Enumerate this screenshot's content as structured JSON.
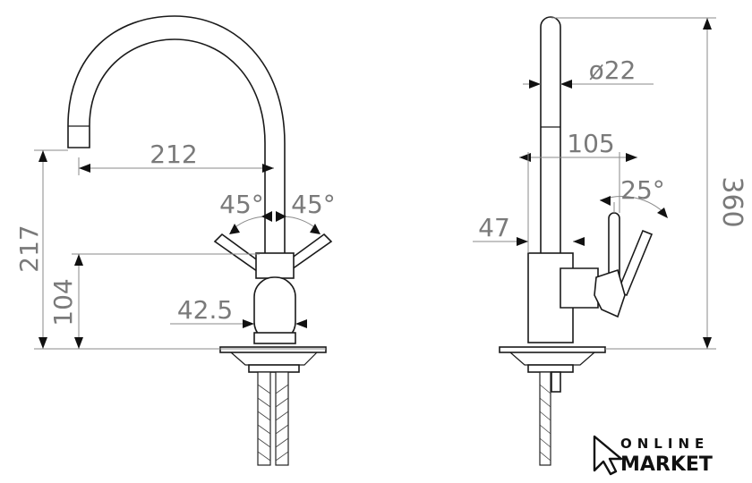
{
  "dimensions": {
    "spout_reach": "212",
    "total_height_left": "217",
    "handle_height": "104",
    "body_diameter": "42.5",
    "angle_left": "45°",
    "angle_right": "45°",
    "spout_diameter": "ø22",
    "lever_offset": "105",
    "body_depth": "47",
    "lever_angle": "25°",
    "total_height": "360"
  },
  "logo": {
    "line1": "ONLINE",
    "line2": "MARKET"
  }
}
